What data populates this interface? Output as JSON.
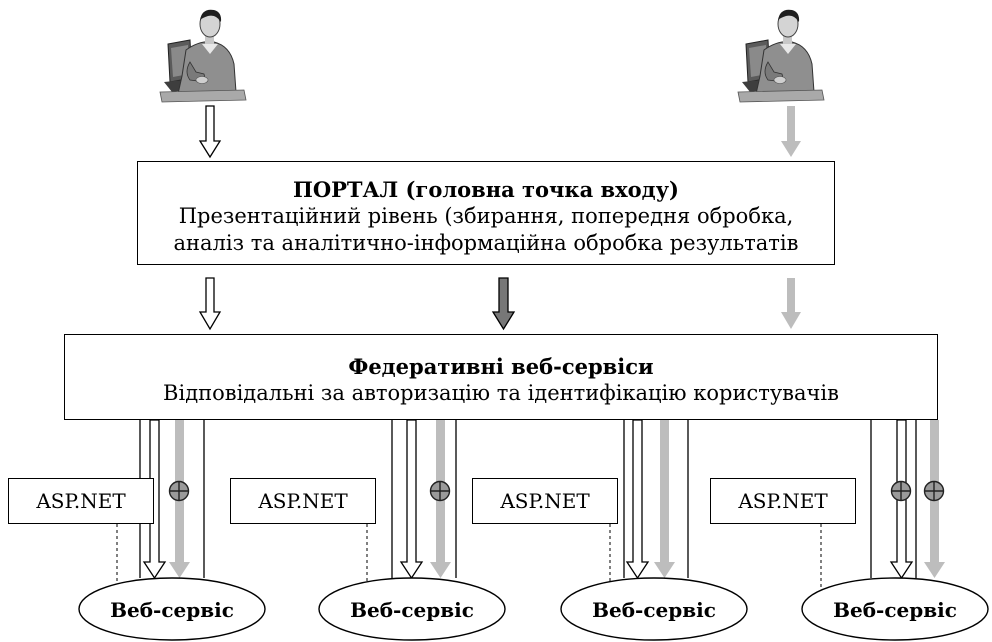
{
  "portal": {
    "title": "ПОРТАЛ (головна точка входу)",
    "line1": "Презентаційний рівень (збирання, попередня обробка,",
    "line2": "аналіз та аналітично-інформаційна обробка результатів"
  },
  "federated": {
    "title": "Федеративні веб-сервіси",
    "subtitle": "Відповідальні за авторизацію та ідентифікацію користувачів"
  },
  "clusters": [
    {
      "asp_label": "ASP.NET",
      "service_label": "Веб-сервіс",
      "encrypted_channels": 1
    },
    {
      "asp_label": "ASP.NET",
      "service_label": "Веб-сервіс",
      "encrypted_channels": 1
    },
    {
      "asp_label": "ASP.NET",
      "service_label": "Веб-сервіс",
      "encrypted_channels": 0
    },
    {
      "asp_label": "ASP.NET",
      "service_label": "Веб-сервіс",
      "encrypted_channels": 2
    }
  ],
  "users": [
    {
      "icon": "user-at-laptop-icon"
    },
    {
      "icon": "user-at-laptop-icon"
    }
  ],
  "colors": {
    "outline_arrow": "#000000",
    "dark_arrow": "#777777",
    "light_arrow": "#bdbdbd"
  }
}
